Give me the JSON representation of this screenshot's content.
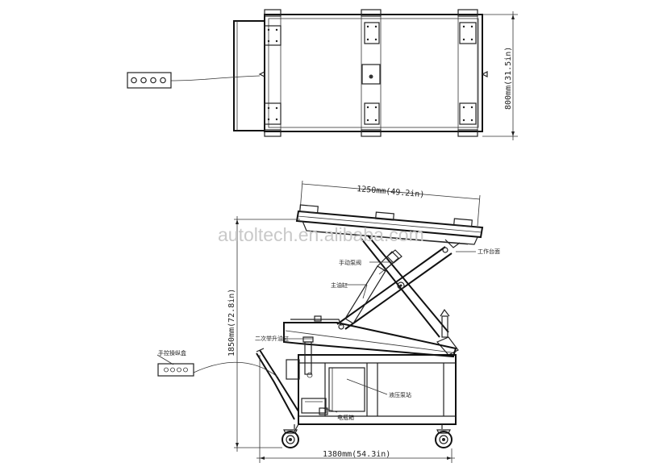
{
  "dimensions": {
    "top_height": "800mm(31.5in)",
    "platform_length": "1250mm(49.2in)",
    "overall_height": "1850mm(72.8in)",
    "base_length": "1380mm(54.3in)"
  },
  "labels": {
    "hand_pump": "手动泵阀",
    "main_cylinder": "主油缸",
    "secondary_cylinder": "二次举升油缸",
    "platform": "工作台面",
    "controller": "手控操纵盒",
    "hydraulic_station": "液压泵站",
    "battery": "电瓶箱"
  },
  "watermark": "autoltech.en.alibaba.com"
}
